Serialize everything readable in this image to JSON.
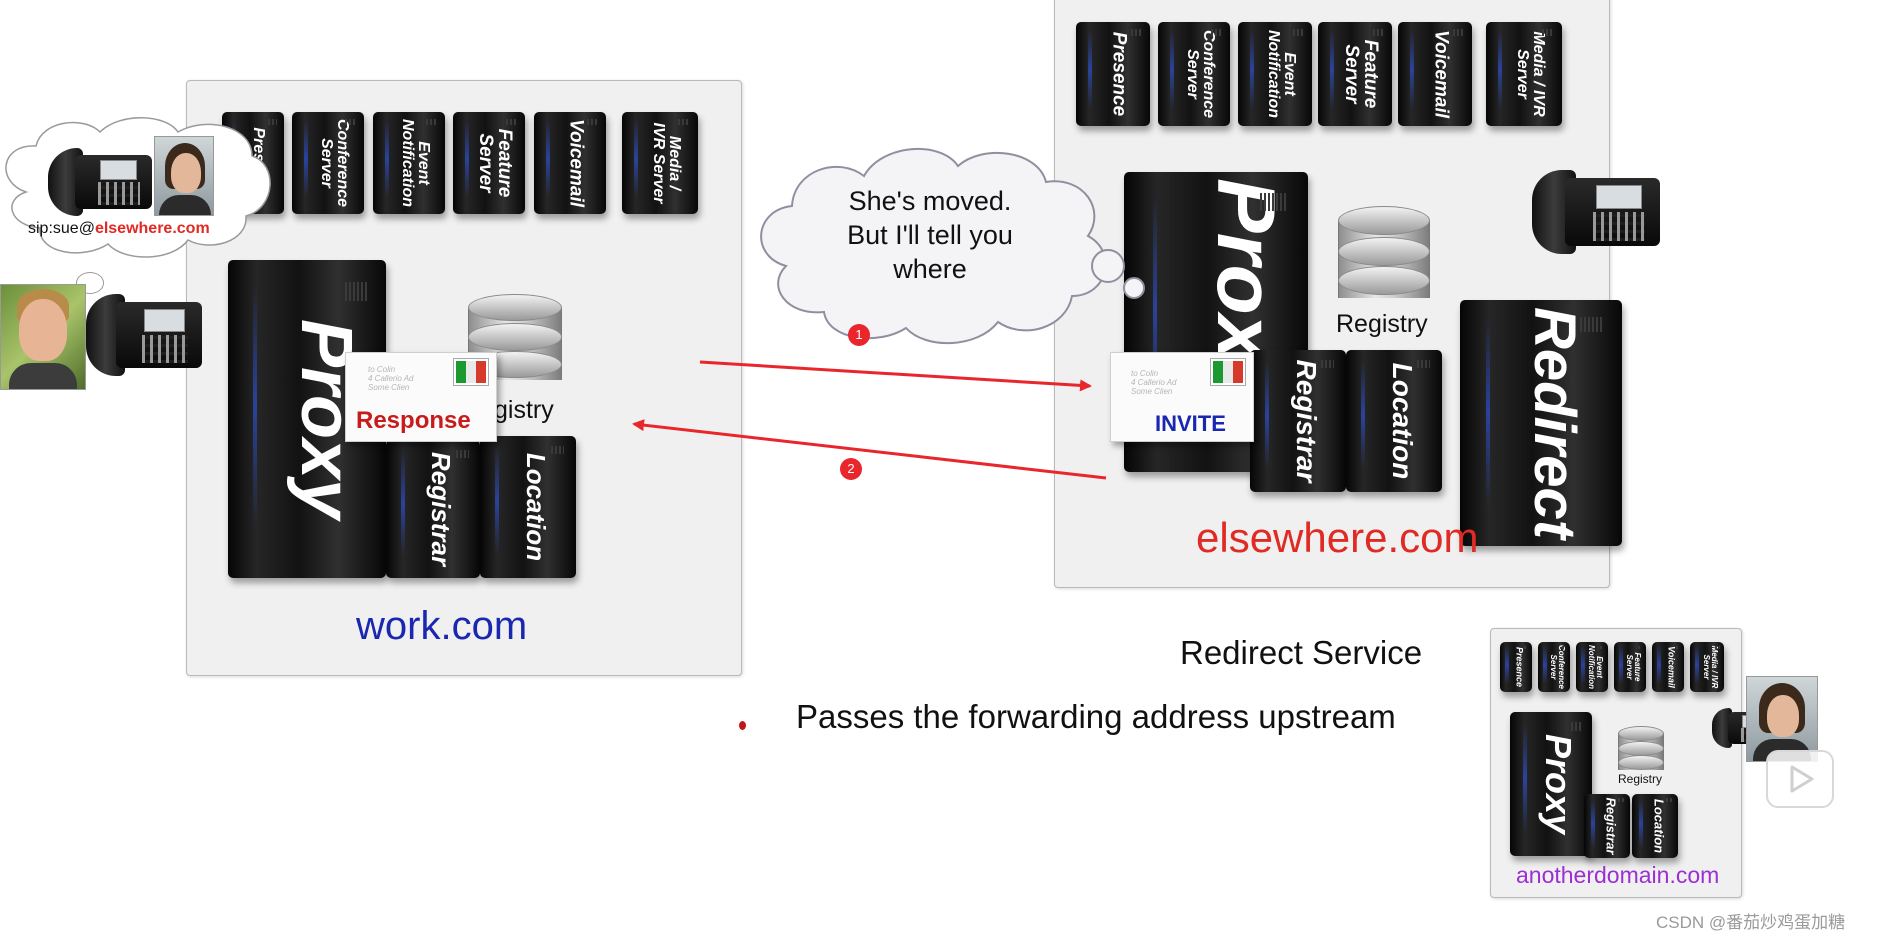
{
  "colors": {
    "panel_bg": "#f0f0f0",
    "arrow_red": "#e8262b",
    "work_domain": "#1a27b0",
    "elsewhere_domain": "#e02b24",
    "another_domain": "#9b2fd3",
    "sip_domain": "#e02b24"
  },
  "work": {
    "domain_label": "work.com",
    "servers": [
      "Presence",
      "Conference Server",
      "Event Notification",
      "Feature Server",
      "Voicemail",
      "Media / IVR Server"
    ],
    "proxy_label": "Proxy",
    "registrar_label": "Registrar",
    "location_label": "Location",
    "registry_label": "Registry",
    "registry_visible": "gistry",
    "response_envelope": "Response"
  },
  "elsewhere": {
    "domain_label": "elsewhere.com",
    "servers": [
      "Presence",
      "Conference Server",
      "Event Notification",
      "Feature Server",
      "Voicemail",
      "Media / IVR Server"
    ],
    "proxy_label": "Proxy",
    "registrar_label": "Registrar",
    "location_label": "Location",
    "registry_label": "Registry",
    "redirect_label": "Redirect",
    "invite_envelope": "INVITE",
    "cloud_text": "She's moved. But I'll tell you where"
  },
  "caller": {
    "sip_prefix": "sip:sue@",
    "sip_domain": "elsewhere.com"
  },
  "steps": [
    "1",
    "2"
  ],
  "slide": {
    "title": "Redirect Service",
    "bullet": "Passes the forwarding address upstream"
  },
  "another": {
    "domain_label": "anotherdomain.com",
    "servers": [
      "Presence",
      "Conference Server",
      "Event Notification",
      "Feature Server",
      "Voicemail",
      "Media / IVR Server"
    ],
    "proxy_label": "Proxy",
    "registry_label": "Registry",
    "registrar_label": "Registrar",
    "location_label": "Location"
  },
  "watermark": "CSDN @番茄炒鸡蛋加糖"
}
